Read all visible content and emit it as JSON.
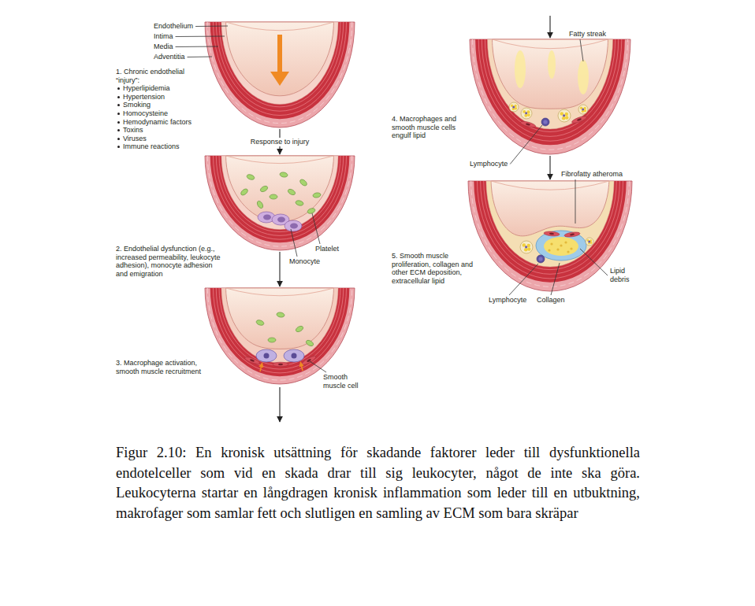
{
  "diagram": {
    "caption": "Figur 2.10: En kronisk utsättning för skadande faktorer leder till dysfunktionella endotelceller som vid en skada drar till sig leukocyter, något de inte ska göra. Leukocyterna startar en långdragen kronisk inflammation som leder till en utbuktning, makrofager som samlar fett och slutligen en samling av ECM som bara skräpar",
    "nodes": [
      {
        "text": [
          "1. Chronic endothelial “injury”:",
          "Hyperlipidemia",
          "Hypertension",
          "Smoking",
          "Homocysteine",
          "Hemodynamic factors",
          "Toxins",
          "Viruses",
          "Immune reactions"
        ]
      },
      {
        "text": [
          "2. Endothelial dysfunction (e.g., increased permeability, leukocyte adhesion), monocyte adhesion and emigration"
        ]
      },
      {
        "text": [
          "3. Macrophage activation, smooth muscle recruitment"
        ]
      },
      {
        "text": [
          "4. Macrophages and smooth muscle cells engulf lipid"
        ]
      },
      {
        "text": [
          "5. Smooth muscle proliferation, collagen and other ECM deposition, extracellular lipid"
        ]
      }
    ],
    "edges": [
      {
        "from": 0,
        "to": 1,
        "label": "Response to injury",
        "arrow": "to"
      },
      {
        "from": 1,
        "to": 2,
        "arrow": "to"
      },
      {
        "from": 2,
        "to": 3,
        "arrow": "to"
      },
      {
        "from": 3,
        "to": 4,
        "arrow": "to"
      }
    ],
    "labels": [
      "Endothelium",
      "Intima",
      "Media",
      "Adventitia",
      "Platelet",
      "Monocyte",
      "Smooth muscle cell",
      "Fatty streak",
      "Lymphocyte",
      "Fibrofatty atheroma",
      "Lipid debris",
      "Lymphocyte",
      "Collagen"
    ]
  }
}
